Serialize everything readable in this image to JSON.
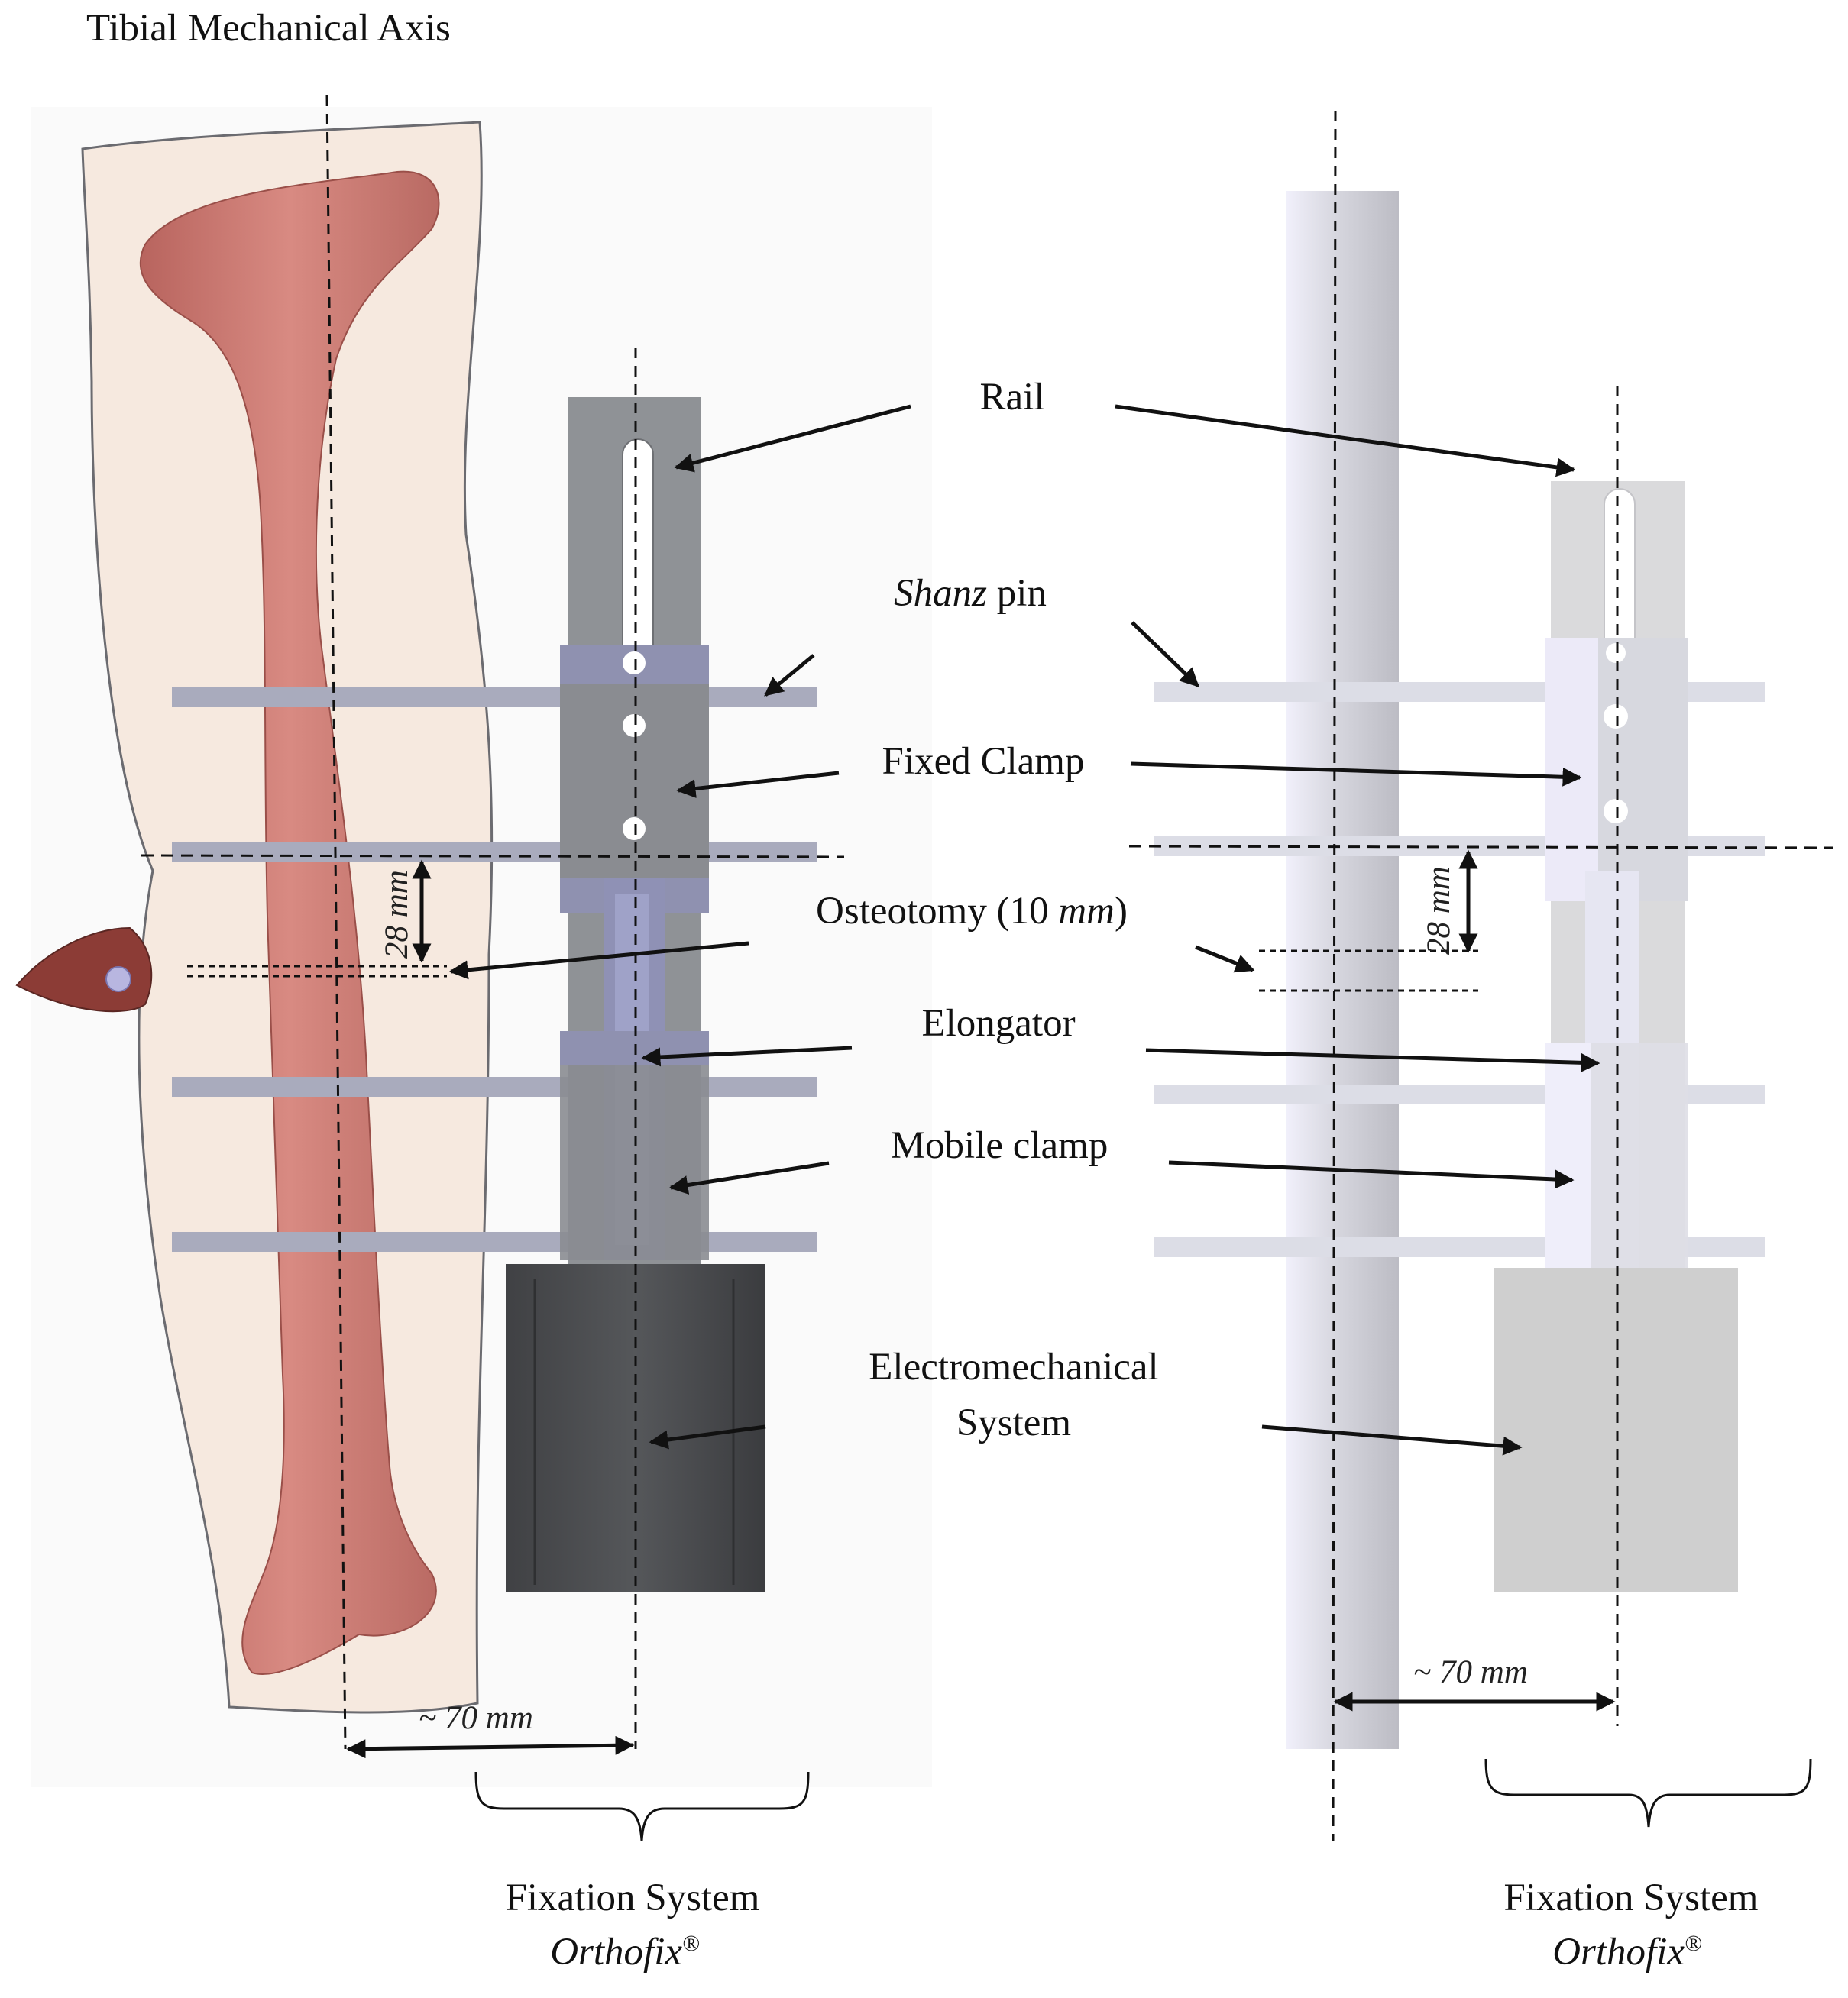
{
  "title": "Tibial Mechanical Axis",
  "labels": {
    "rail": "Rail",
    "shanz_pin_italic": "Shanz",
    "shanz_pin_rest": " pin",
    "fixed_clamp": "Fixed Clamp",
    "osteotomy_prefix": "Osteotomy (10 ",
    "osteotomy_unit": "mm",
    "osteotomy_suffix": ")",
    "elongator": "Elongator",
    "mobile_clamp": "Mobile clamp",
    "electromechanical_line1": "Electromechanical",
    "electromechanical_line2": "System"
  },
  "dimensions": {
    "offset_value": "~ 70 ",
    "offset_unit": "mm",
    "gap_value": "28 ",
    "gap_unit": "mm"
  },
  "fixation": {
    "left_line1": "Fixation System",
    "left_line2": "Orthofix",
    "right_line1": "Fixation System",
    "right_line2": "Orthofix",
    "registered": "®"
  },
  "colors": {
    "bone": "#cd7b74",
    "skin": "#f6e9df",
    "metal": "#8f9296",
    "metal_light": "#dcdde3",
    "motor": "#4a4b4d",
    "motor_light": "#cfcfcf",
    "pin": "#a9abbd",
    "annotation": "#111111"
  }
}
